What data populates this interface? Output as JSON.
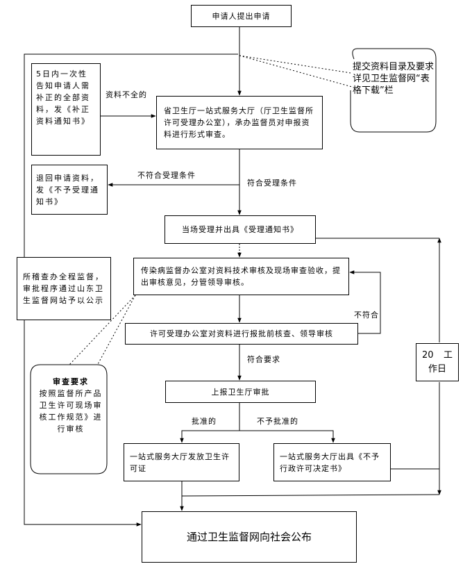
{
  "nodes": {
    "submit": "申请人提出申请",
    "incomplete": "5日内一次性告知申请人需补正的全部资料，发《补正资料通知书》",
    "hall_review": "省卫生厅一站式服务大厅（厅卫生监督所许可受理办公室），承办监督员对申报资料进行形式审查。",
    "reject_notice": "退回申请资料，发《不予受理通知书》",
    "accept_notice": "当场受理并出具《受理通知书》",
    "technical_review": "传染病监督办公室对资料技术审核及现场审查验收，提出审核意见，分管领导审核。",
    "permit_office_review": "许可受理办公室对资料进行报批前核查、领导审核",
    "report_approval": "上报卫生厅审批",
    "issue_permit": "一站式服务大厅发放卫生许可证",
    "deny_decision": "一站式服务大厅出具《不予行政许可决定书》",
    "publish": "通过卫生监督网向社会公布",
    "audit_note": "所稽查办全程监督，审批程序通过山东卫生监督网站予以公示",
    "deadline_num": "20",
    "deadline_unit": "工",
    "deadline_unit2": "作日"
  },
  "labels": {
    "incomplete_materials": "资料不全的",
    "not_meet_conditions": "不符合受理条件",
    "meet_conditions": "符合受理条件",
    "not_conform": "不符合",
    "meets_requirements": "符合要求",
    "approved": "批准的",
    "not_approved": "不予批准的"
  },
  "callouts": {
    "materials_list": "提交资料目录及要求详见卫生监督网“表格下载”栏",
    "review_title": "审查要求",
    "review_body": "按照监督所产品卫生许可现场审核工作规范》进行审核"
  }
}
